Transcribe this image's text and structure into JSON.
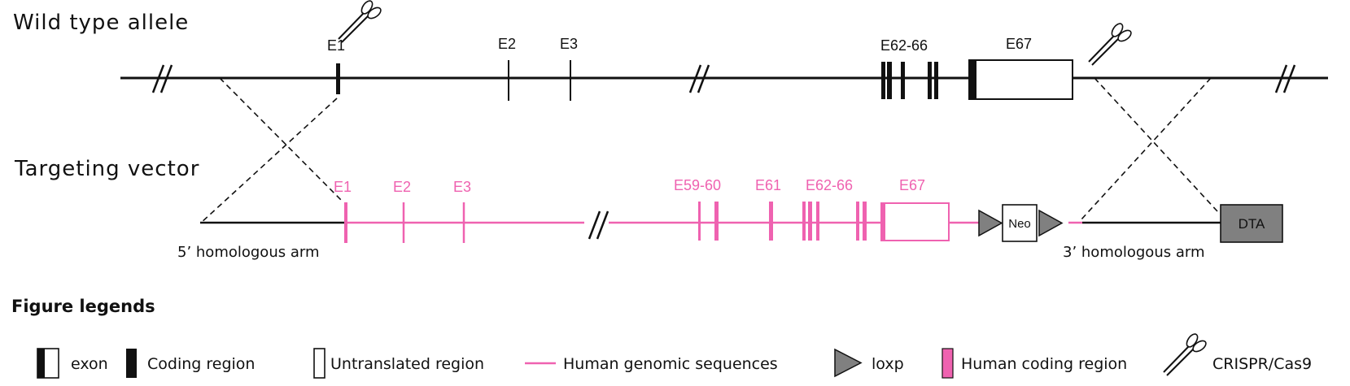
{
  "colors": {
    "black": "#111111",
    "pink": "#ef62b0",
    "grey": "#808080"
  },
  "wild_type": {
    "title": "Wild type allele",
    "exon_labels": [
      "E1",
      "E2",
      "E3",
      "E62-66",
      "E67"
    ]
  },
  "targeting": {
    "title": "Targeting vector",
    "exon_labels": [
      "E1",
      "E2",
      "E3",
      "E59-60",
      "E61",
      "E62-66",
      "E67"
    ],
    "neo_label": "Neo",
    "dta_label": "DTA",
    "arm_5": "5’ homologous arm",
    "arm_3": "3’ homologous arm"
  },
  "legend": {
    "title": "Figure legends",
    "exon": "exon",
    "coding": "Coding region",
    "untranslated": "Untranslated region",
    "human_genomic": "Human genomic sequences",
    "loxp": "loxp",
    "human_coding": "Human coding region",
    "crispr": "CRISPR/Cas9"
  },
  "icons": [
    "scissors-icon",
    "loxp-triangle-icon",
    "break-mark-icon"
  ]
}
